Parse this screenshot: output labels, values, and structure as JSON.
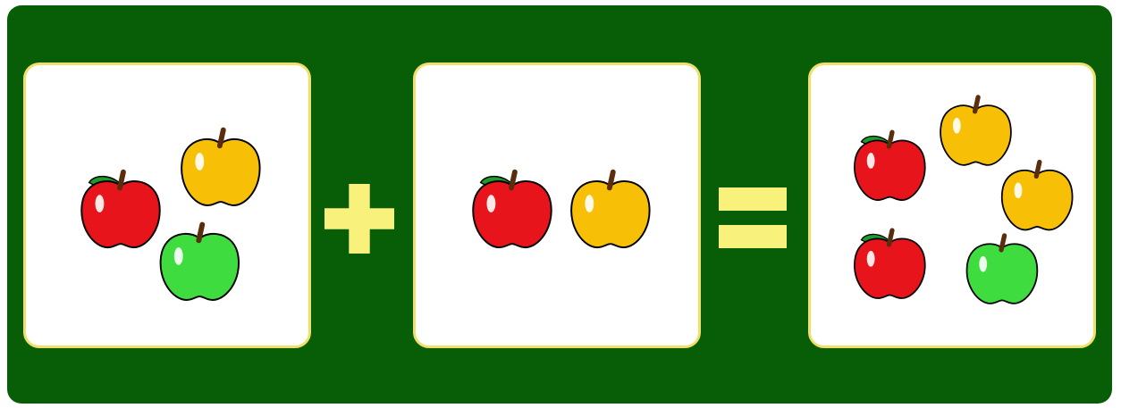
{
  "colors": {
    "board": "#075e07",
    "card": "#ffffff",
    "card_border": "#f2df6a",
    "operator": "#f8f27c",
    "apple_red": "#e8141b",
    "apple_yellow": "#f7c006",
    "apple_green": "#3fdc3f",
    "leaf": "#1e9b2a",
    "stem": "#5a2d0c"
  },
  "equation": {
    "left_card": {
      "apples": [
        "red",
        "yellow",
        "green"
      ]
    },
    "operator_1": "plus-sign",
    "middle_card": {
      "apples": [
        "red",
        "yellow"
      ]
    },
    "operator_2": "equals-sign",
    "result_card": {
      "apples": [
        "red",
        "yellow",
        "yellow",
        "red",
        "green"
      ]
    }
  }
}
